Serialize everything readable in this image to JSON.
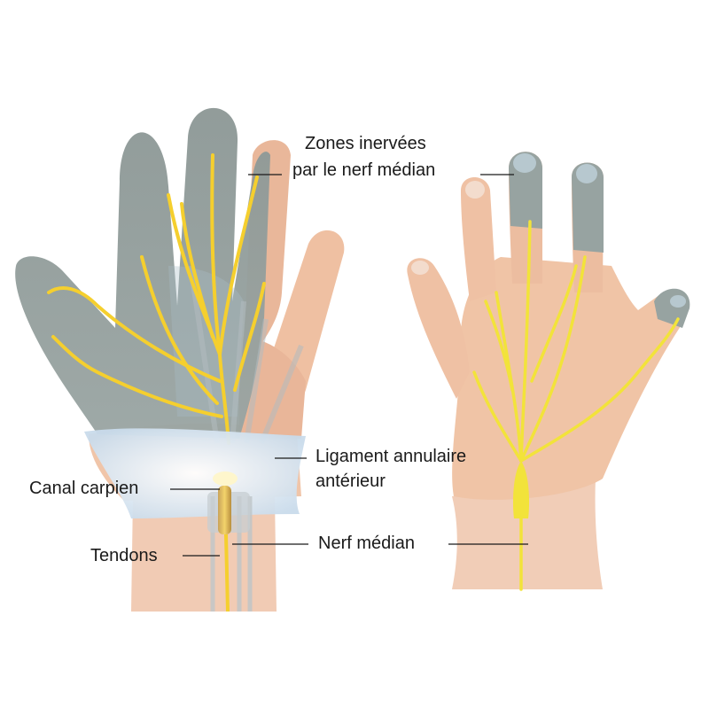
{
  "labels": {
    "zones_line1": "Zones inervées",
    "zones_line2": "par le nerf médian",
    "ligament_line1": "Ligament annulaire",
    "ligament_line2": "antérieur",
    "canal": "Canal carpien",
    "tendons": "Tendons",
    "nerf": "Nerf médian"
  },
  "colors": {
    "skin": "#f0c8ad",
    "skin_shade": "#e2ac8c",
    "innervated_zone": "#8e9c9a",
    "nerve": "#f7d43a",
    "ligament": "#dfe9f2",
    "background": "#ffffff"
  }
}
